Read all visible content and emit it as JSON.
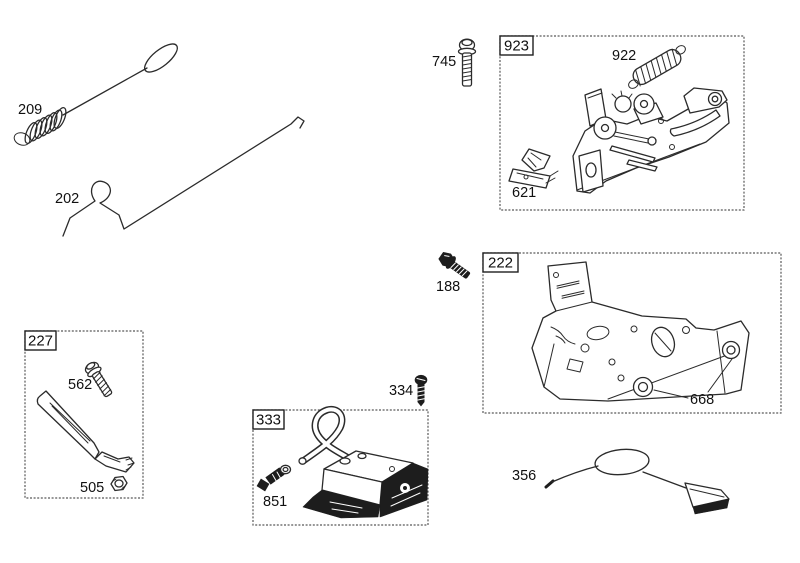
{
  "diagram": {
    "type": "exploded-parts-diagram",
    "colors": {
      "background": "#ffffff",
      "line": "#2b2b2b",
      "dark_fill": "#1d1d1d",
      "group_box_border": "#595959"
    }
  },
  "diagram_labels": {
    "part_209": "209",
    "part_202": "202",
    "part_745": "745",
    "group_923": "923",
    "part_922": "922",
    "part_621": "621",
    "group_222": "222",
    "part_188": "188",
    "part_668": "668",
    "group_227": "227",
    "part_562": "562",
    "part_505": "505",
    "part_334": "334",
    "group_333": "333",
    "part_851": "851",
    "part_356": "356"
  }
}
